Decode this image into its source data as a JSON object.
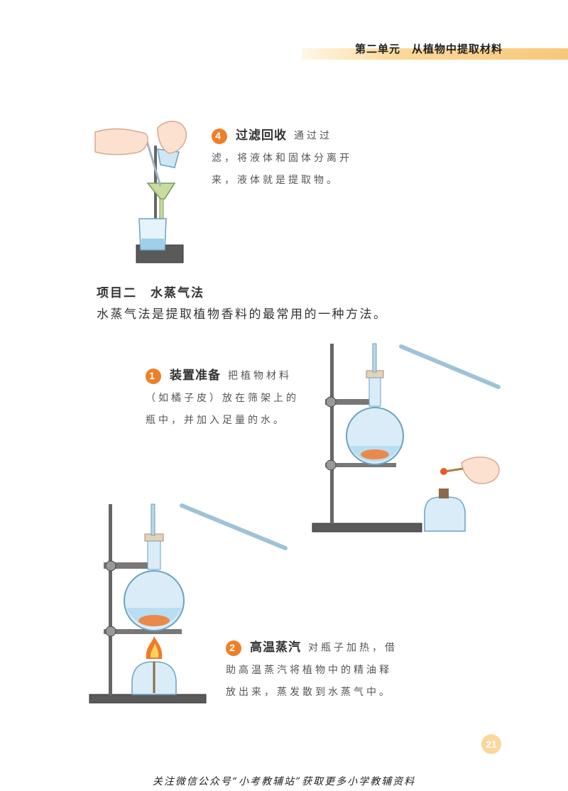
{
  "header": {
    "unit_title": "第二单元　从植物中提取材料"
  },
  "step4": {
    "number": "4",
    "title": "过滤回收",
    "lines": [
      "通过过",
      "滤，将液体和固体分离开",
      "来，液体就是提取物。"
    ]
  },
  "section": {
    "heading": "项目二　水蒸气法",
    "description": "水蒸气法是提取植物香料的最常用的一种方法。"
  },
  "step1": {
    "number": "1",
    "title": "装置准备",
    "lines": [
      "把植物材料",
      "（如橘子皮）放在筛架上的",
      "瓶中，并加入足量的水。"
    ]
  },
  "step2": {
    "number": "2",
    "title": "高温蒸汽",
    "lines": [
      "对瓶子加热，借",
      "助高温蒸汽将植物中的精油释",
      "放出来，蒸发散到水蒸气中。"
    ]
  },
  "page": {
    "number": "21"
  },
  "footer": {
    "note": "关注微信公众号“小考教辅站”获取更多小学教辅资料"
  },
  "colors": {
    "accent": "#ef7f26",
    "band": "#f7c77a",
    "page_badge": "#fbd79a"
  }
}
